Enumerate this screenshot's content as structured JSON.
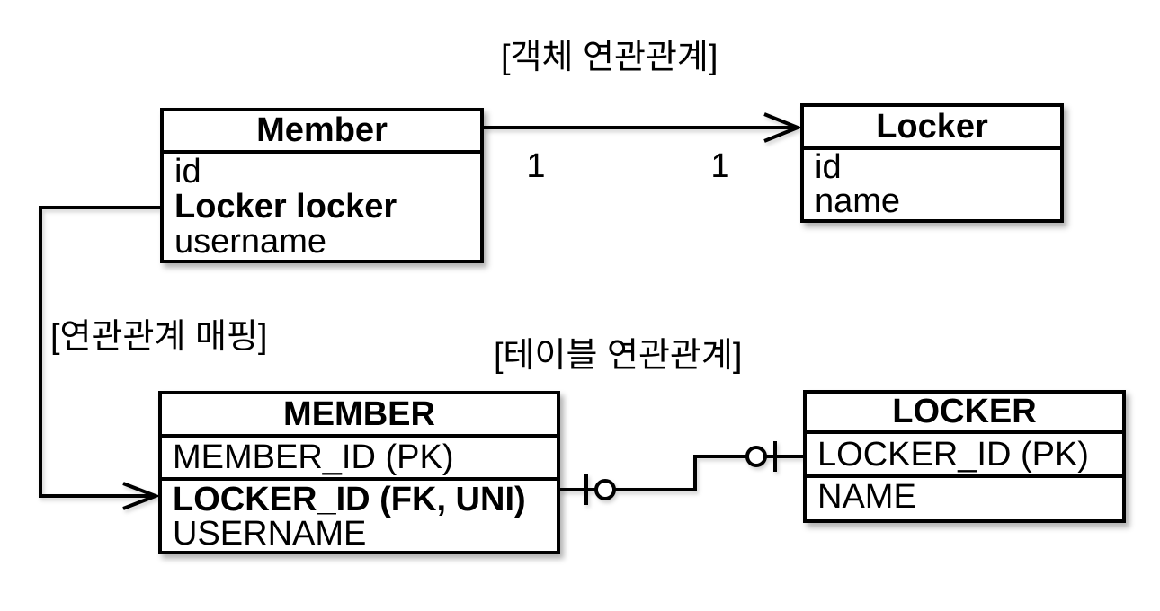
{
  "object_section": {
    "title": "[객체 연관관계]",
    "member_class": {
      "name": "Member",
      "fields": [
        {
          "text": "id"
        },
        {
          "text": "Locker locker"
        },
        {
          "text": "username"
        }
      ]
    },
    "locker_class": {
      "name": "Locker",
      "fields": [
        {
          "text": "id"
        },
        {
          "text": "name"
        }
      ]
    },
    "association": {
      "member_multiplicity": "1",
      "locker_multiplicity": "1"
    }
  },
  "mapping": {
    "label": "[연관관계 매핑]"
  },
  "table_section": {
    "title": "[테이블 연관관계]",
    "member_table": {
      "name": "MEMBER",
      "columns": [
        {
          "text": "MEMBER_ID (PK)"
        },
        {
          "text": "LOCKER_ID (FK, UNI)"
        },
        {
          "text": "USERNAME"
        }
      ]
    },
    "locker_table": {
      "name": "LOCKER",
      "columns": [
        {
          "text": "LOCKER_ID (PK)"
        },
        {
          "text": "NAME"
        }
      ]
    }
  },
  "colors": {
    "line": "#000000",
    "background": "#ffffff",
    "box_fill": "#ffffff",
    "text": "#000000"
  }
}
